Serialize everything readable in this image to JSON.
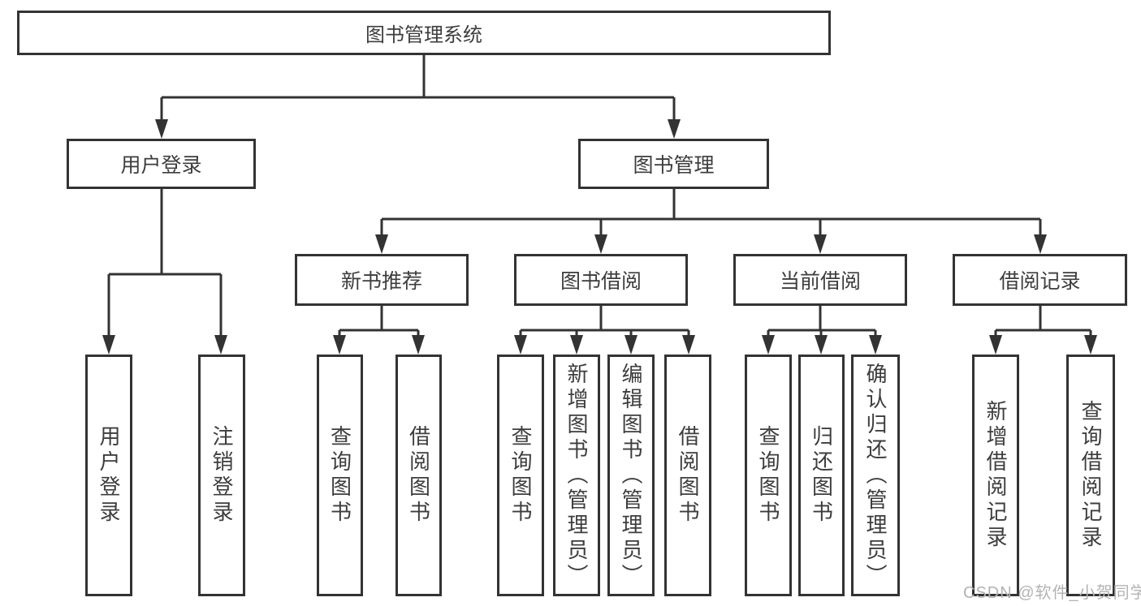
{
  "diagram": {
    "title": "图书管理系统",
    "branches": [
      {
        "label": "用户登录",
        "children": [
          {
            "label": "用户登录"
          },
          {
            "label": "注销登录"
          }
        ]
      },
      {
        "label": "图书管理",
        "children": [
          {
            "label": "新书推荐",
            "children": [
              {
                "label": "查询图书"
              },
              {
                "label": "借阅图书"
              }
            ]
          },
          {
            "label": "图书借阅",
            "children": [
              {
                "label": "查询图书"
              },
              {
                "label": "新增图书（管理员）"
              },
              {
                "label": "编辑图书（管理员）"
              },
              {
                "label": "借阅图书"
              }
            ]
          },
          {
            "label": "当前借阅",
            "children": [
              {
                "label": "查询图书"
              },
              {
                "label": "归还图书"
              },
              {
                "label": "确认归还（管理员）"
              }
            ]
          },
          {
            "label": "借阅记录",
            "children": [
              {
                "label": "新增借阅记录"
              },
              {
                "label": "查询借阅记录"
              }
            ]
          }
        ]
      }
    ]
  },
  "watermark": {
    "text": "CSDN @软件_小贺同学"
  },
  "colors": {
    "line": "#333333",
    "text": "#3d3d3d",
    "watermark": "#b3b3b3",
    "background": "#ffffff"
  }
}
